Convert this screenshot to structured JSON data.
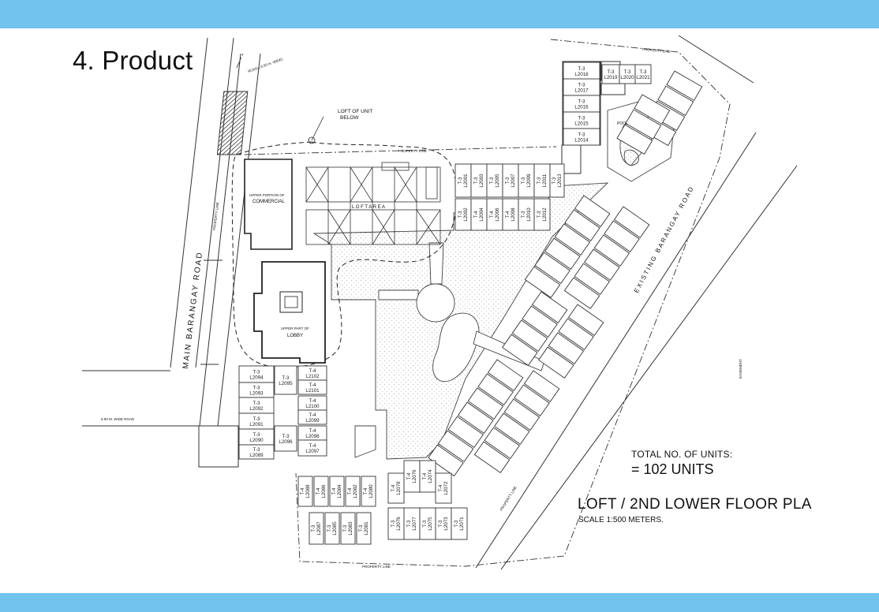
{
  "slide": {
    "title": "4. Product",
    "accent_color": "#73c3ef"
  },
  "plan": {
    "summary": {
      "label": "TOTAL NO. OF UNITS:",
      "value": "= 102 UNITS"
    },
    "title": "LOFT / 2ND LOWER FLOOR PLA",
    "scale": "SCALE 1:500 METERS.",
    "labels": {
      "road_main": "MAIN BARANGAY ROAD",
      "road_existing": "EXISTING BARANGAY ROAD",
      "road_top": "ROAD ( 6.00 m. WIDE)",
      "road_side": "5.00 M. WIDE ROAD",
      "loft_note_1": "LOFT OF UNIT",
      "loft_note_2": "BELOW",
      "loft_area": "L O F T   A R E A",
      "commercial_1": "UPPER PORTION OF",
      "commercial_2": "COMMERCIAL",
      "lobby_1": "UPPER PART OF",
      "lobby_2": "LOBBY",
      "pool": "POOL",
      "property_line": "PROPERTY LINE",
      "easement": "EASEMENT"
    },
    "units": [
      {
        "id": "u2018",
        "type": "T-3",
        "code": "L2018"
      },
      {
        "id": "u2017",
        "type": "T-3",
        "code": "L2017"
      },
      {
        "id": "u2016",
        "type": "T-3",
        "code": "L2016"
      },
      {
        "id": "u2015",
        "type": "T-3",
        "code": "L2015"
      },
      {
        "id": "u2014",
        "type": "T-3",
        "code": "L2014"
      },
      {
        "id": "u2019",
        "type": "T-3",
        "code": "L2019"
      },
      {
        "id": "u2020",
        "type": "T-3",
        "code": "L2020"
      },
      {
        "id": "u2021",
        "type": "T-3",
        "code": "L2021"
      },
      {
        "id": "u2001",
        "type": "T-3",
        "code": "L2001"
      },
      {
        "id": "u2003",
        "type": "T-3",
        "code": "L2003"
      },
      {
        "id": "u2005",
        "type": "T-3",
        "code": "L2005"
      },
      {
        "id": "u2007",
        "type": "T-3",
        "code": "L2007"
      },
      {
        "id": "u2009",
        "type": "T-3",
        "code": "L2009"
      },
      {
        "id": "u2011",
        "type": "T-3",
        "code": "L2011"
      },
      {
        "id": "u2013",
        "type": "T-3",
        "code": "L2013"
      },
      {
        "id": "u2002",
        "type": "T-3",
        "code": "L2002"
      },
      {
        "id": "u2004",
        "type": "T-4",
        "code": "L2004"
      },
      {
        "id": "u2006",
        "type": "T-4",
        "code": "L2006"
      },
      {
        "id": "u2008",
        "type": "T-4",
        "code": "L2008"
      },
      {
        "id": "u2010",
        "type": "T-3",
        "code": "L2010"
      },
      {
        "id": "u2012",
        "type": "T-3",
        "code": "L2012"
      },
      {
        "id": "u2094",
        "type": "T-3",
        "code": "L2094"
      },
      {
        "id": "u2093",
        "type": "T-3",
        "code": "L2093"
      },
      {
        "id": "u2092",
        "type": "T-3",
        "code": "L2092"
      },
      {
        "id": "u2091",
        "type": "T-3",
        "code": "L2091"
      },
      {
        "id": "u2090",
        "type": "T-3",
        "code": "L2090"
      },
      {
        "id": "u2089",
        "type": "T-3",
        "code": "L2089"
      },
      {
        "id": "u2095",
        "type": "T-3",
        "code": "L2095"
      },
      {
        "id": "u2096",
        "type": "T-3",
        "code": "L2096"
      },
      {
        "id": "u2102",
        "type": "T-4",
        "code": "L2102"
      },
      {
        "id": "u2101",
        "type": "T-4",
        "code": "L2101"
      },
      {
        "id": "u2100",
        "type": "T-4",
        "code": "L2100"
      },
      {
        "id": "u2099",
        "type": "T-4",
        "code": "L2099"
      },
      {
        "id": "u2098",
        "type": "T-4",
        "code": "L2098"
      },
      {
        "id": "u2097",
        "type": "T-4",
        "code": "L2097"
      },
      {
        "id": "u2088",
        "type": "T-4",
        "code": "L2088"
      },
      {
        "id": "u2086",
        "type": "T-4",
        "code": "L2086"
      },
      {
        "id": "u2084",
        "type": "T-4",
        "code": "L2084"
      },
      {
        "id": "u2082",
        "type": "T-4",
        "code": "L2082"
      },
      {
        "id": "u2080",
        "type": "T-4",
        "code": "L2080"
      },
      {
        "id": "u2087",
        "type": "T-3",
        "code": "L2087"
      },
      {
        "id": "u2085",
        "type": "T-3",
        "code": "L2085"
      },
      {
        "id": "u2083",
        "type": "T-3",
        "code": "L2083"
      },
      {
        "id": "u2081",
        "type": "T-3",
        "code": "L2081"
      },
      {
        "id": "u2078",
        "type": "T-4",
        "code": "L2078"
      },
      {
        "id": "u2076",
        "type": "T-4",
        "code": "L2076"
      },
      {
        "id": "u2074",
        "type": "T-4",
        "code": "L2074"
      },
      {
        "id": "u2072",
        "type": "T-4",
        "code": "L2072"
      },
      {
        "id": "u2079",
        "type": "T-3",
        "code": "L2079"
      },
      {
        "id": "u2077",
        "type": "T-3",
        "code": "L2077"
      },
      {
        "id": "u2075",
        "type": "T-3",
        "code": "L2075"
      },
      {
        "id": "u2073",
        "type": "T-3",
        "code": "L2073"
      },
      {
        "id": "u2071",
        "type": "T-3",
        "code": "L2071"
      }
    ]
  }
}
